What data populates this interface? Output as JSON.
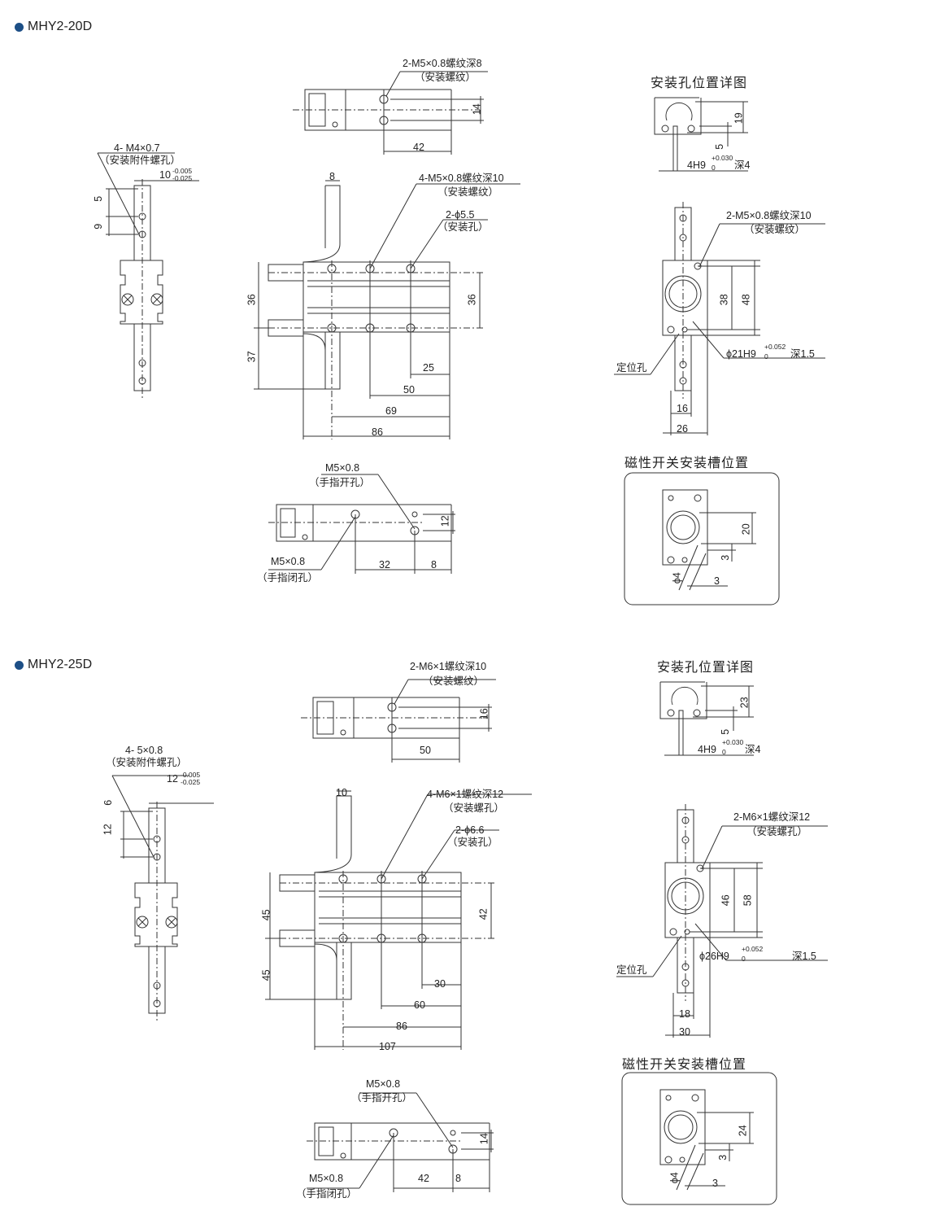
{
  "accent_color": "#1d4f86",
  "sections": [
    {
      "title": "MHY2-20D",
      "top_view": {
        "thread": "2-M5×0.8螺纹深8",
        "thread_note": "（安装螺纹）",
        "dim_h": "14",
        "dim_w": "42"
      },
      "detail": {
        "heading": "安装孔位置详图",
        "dim_a": "19",
        "dim_b": "5",
        "hole": "4H9",
        "tol_up": "+0.030",
        "tol_low": "0",
        "depth": "深4"
      },
      "side_view": {
        "thread": "4- M4×0.7",
        "thread_note": "（安装附件螺孔）",
        "width": "10",
        "tol_up": "-0.005",
        "tol_low": "-0.025",
        "dim_a": "5",
        "dim_b": "9"
      },
      "front_view": {
        "finger": "8",
        "thread": "4-M5×0.8螺纹深10",
        "thread_note": "（安装螺纹）",
        "hole": "2-ϕ5.5",
        "hole_note": "（安装孔）",
        "dim_left": "36",
        "dim_right": "36",
        "dim_lower": "37",
        "d1": "25",
        "d2": "50",
        "d3": "69",
        "d4": "86"
      },
      "right_view": {
        "thread": "2-M5×0.8螺纹深10",
        "thread_note": "（安装螺纹）",
        "dim_a": "38",
        "dim_b": "48",
        "bore": "ϕ21H9",
        "tol_up": "+0.052",
        "tol_low": "0",
        "depth": "深1.5",
        "locate": "定位孔",
        "w1": "16",
        "w2": "26"
      },
      "switch": {
        "heading": "磁性开关安装槽位置",
        "dim_a": "20",
        "dim_b": "3",
        "dia": "ϕ4",
        "dim_c": "3"
      },
      "bottom_view": {
        "open": "M5×0.8",
        "open_note": "（手指开孔）",
        "dim_h": "12",
        "close": "M5×0.8",
        "close_note": "（手指闭孔）",
        "d1": "32",
        "d2": "8"
      }
    },
    {
      "title": "MHY2-25D",
      "top_view": {
        "thread": "2-M6×1螺纹深10",
        "thread_note": "（安装螺纹）",
        "dim_h": "16",
        "dim_w": "50"
      },
      "detail": {
        "heading": "安装孔位置详图",
        "dim_a": "23",
        "dim_b": "5",
        "hole": "4H9",
        "tol_up": "+0.030",
        "tol_low": "0",
        "depth": "深4"
      },
      "side_view": {
        "thread": "4- 5×0.8",
        "thread_note": "（安装附件螺孔）",
        "width": "12",
        "tol_up": "-0.005",
        "tol_low": "-0.025",
        "dim_a": "6",
        "dim_b": "12"
      },
      "front_view": {
        "finger": "10",
        "thread": "4-M6×1螺纹深12",
        "thread_note": "（安装螺孔）",
        "hole": "2-ϕ6.6",
        "hole_note": "（安装孔）",
        "dim_left": "45",
        "dim_right": "42",
        "dim_lower": "45",
        "d1": "30",
        "d2": "60",
        "d3": "86",
        "d4": "107"
      },
      "right_view": {
        "thread": "2-M6×1螺纹深12",
        "thread_note": "（安装螺孔）",
        "dim_a": "46",
        "dim_b": "58",
        "bore": "ϕ26H9",
        "tol_up": "+0.052",
        "tol_low": "0",
        "depth": "深1.5",
        "locate": "定位孔",
        "w1": "18",
        "w2": "30"
      },
      "switch": {
        "heading": "磁性开关安装槽位置",
        "dim_a": "24",
        "dim_b": "3",
        "dia": "ϕ4",
        "dim_c": "3"
      },
      "bottom_view": {
        "open": "M5×0.8",
        "open_note": "（手指开孔）",
        "dim_h": "14",
        "close": "M5×0.8",
        "close_note": "（手指闭孔）",
        "d1": "42",
        "d2": "8"
      }
    }
  ]
}
